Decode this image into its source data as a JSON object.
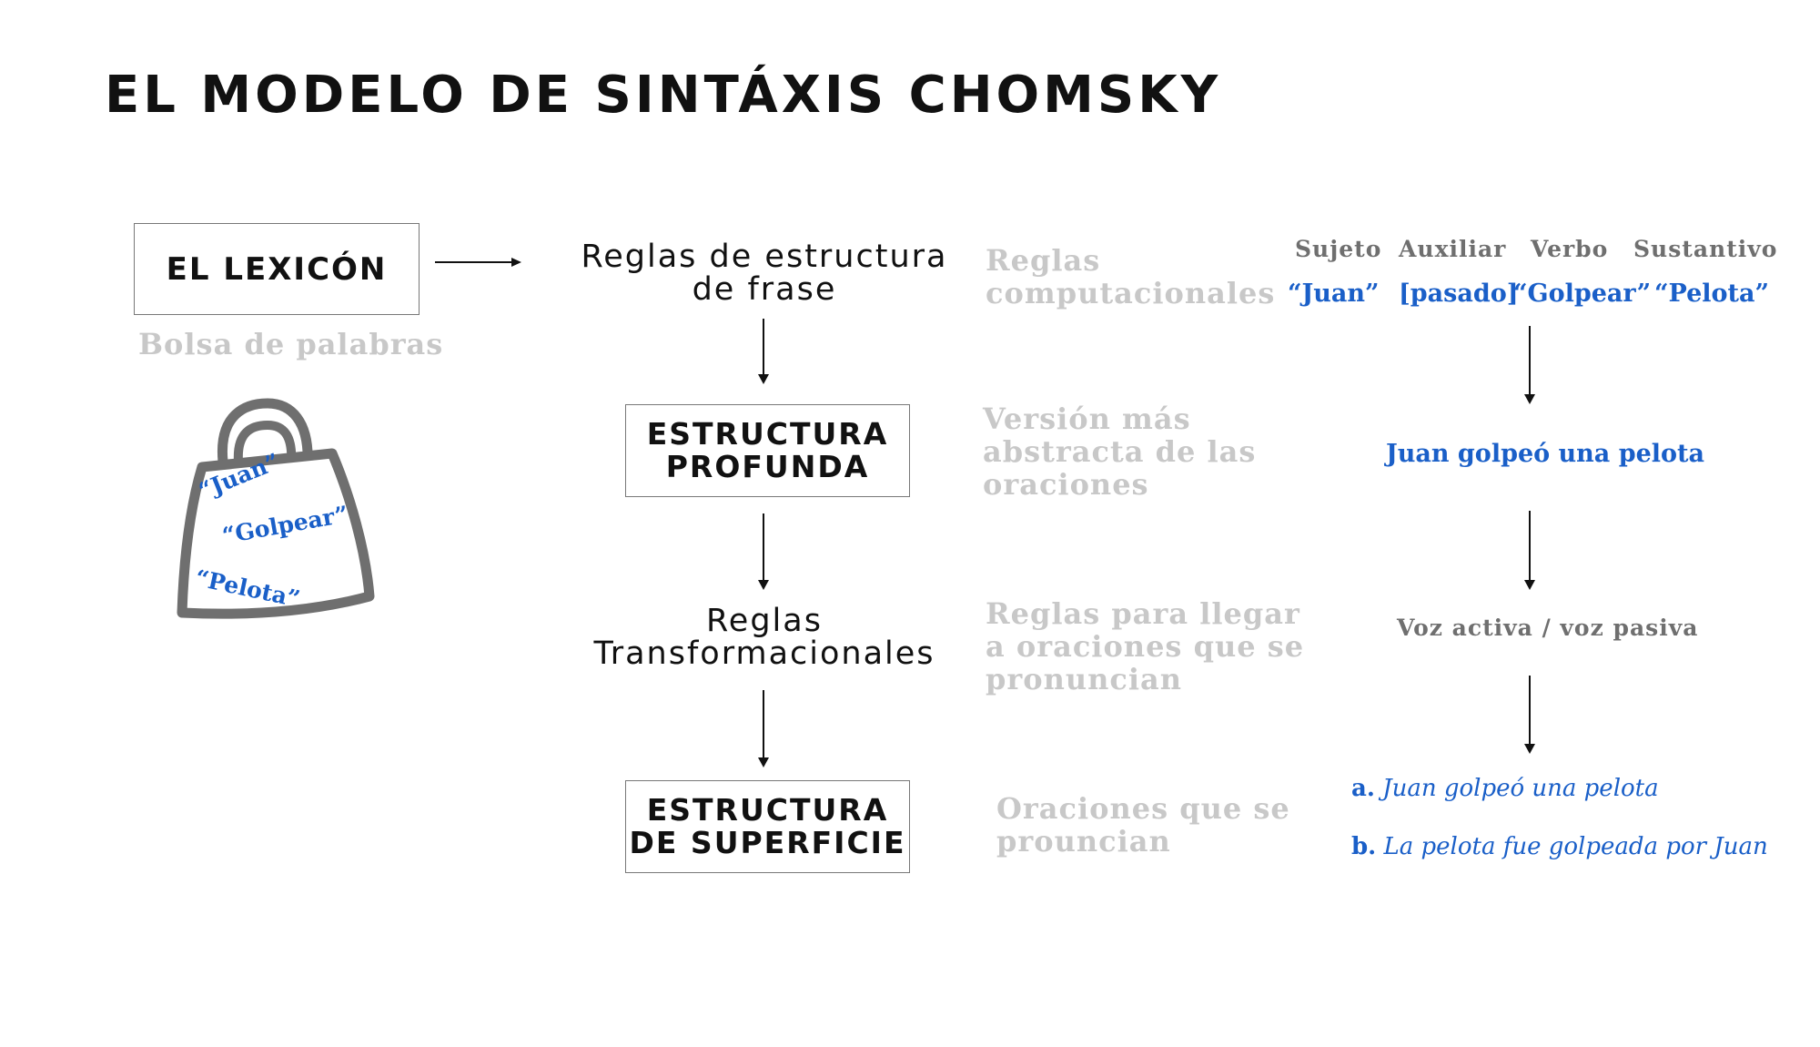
{
  "title": "EL MODELO DE SINTÁXIS CHOMSKY",
  "lexicon": {
    "box_label": "EL LEXICÓN",
    "caption": "Bolsa de palabras",
    "bag_words": [
      "“Juan”",
      "“Golpear”",
      "“Pelota”"
    ]
  },
  "center": {
    "rule1": [
      "Reglas de estructura",
      "de frase"
    ],
    "deep_box": [
      "ESTRUCTURA",
      "PROFUNDA"
    ],
    "rule2": [
      "Reglas",
      "Transformacionales"
    ],
    "surface_box": [
      "ESTRUCTURA",
      "DE SUPERFICIE"
    ]
  },
  "notes": {
    "n1": [
      "Reglas",
      "computacionales"
    ],
    "n2": [
      "Versión más",
      "abstracta de las",
      "oraciones"
    ],
    "n3": [
      "Reglas para llegar",
      "a oraciones que se",
      "pronuncian"
    ],
    "n4": [
      "Oraciones que se",
      "prouncian"
    ]
  },
  "example": {
    "headers": [
      "Sujeto",
      "Auxiliar",
      "Verbo",
      "Sustantivo"
    ],
    "values": [
      "“Juan”",
      "[pasado]",
      "“Golpear”",
      "“Pelota”"
    ],
    "deep_sentence": "Juan golpeó una pelota",
    "voice": "Voz activa / voz pasiva",
    "outputs": [
      {
        "marker": "a.",
        "text": "Juan golpeó una pelota"
      },
      {
        "marker": "b.",
        "text": "La pelota fue golpeada por Juan"
      }
    ]
  },
  "colors": {
    "accent_blue": "#1a5fc8",
    "note_gray": "#c8c8c8",
    "dark_gray": "#6f6f6f"
  },
  "icons": {
    "bag": "shopping-bag-icon"
  }
}
